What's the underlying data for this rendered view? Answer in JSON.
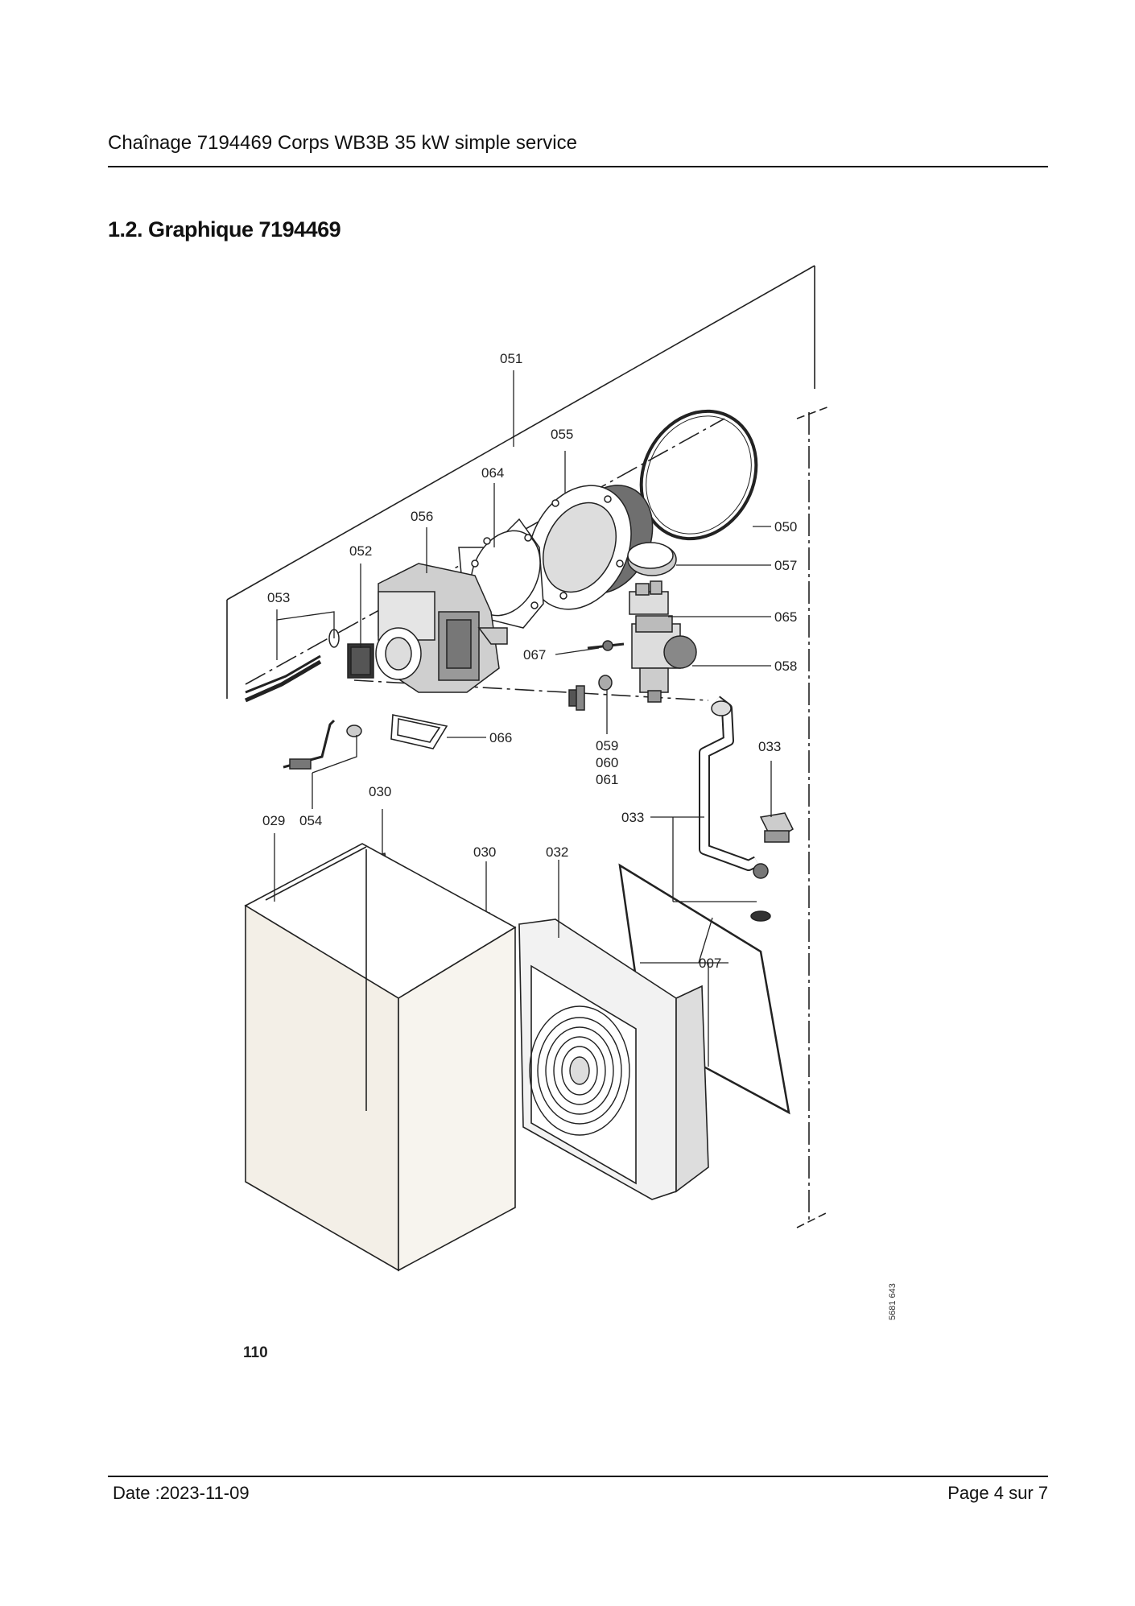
{
  "header": {
    "title": "Chaînage 7194469 Corps WB3B 35 kW simple service"
  },
  "section": {
    "heading": "1.2. Graphique 7194469"
  },
  "diagram": {
    "callouts": {
      "c051": "051",
      "c055": "055",
      "c064": "064",
      "c056": "056",
      "c052": "052",
      "c053": "053",
      "c050": "050",
      "c057": "057",
      "c065": "065",
      "c067": "067",
      "c058": "058",
      "c066": "066",
      "c059": "059",
      "c060": "060",
      "c061": "061",
      "c033a": "033",
      "c033b": "033",
      "c030a": "030",
      "c029": "029",
      "c054": "054",
      "c030b": "030",
      "c032": "032",
      "c007": "007"
    },
    "drawing_ref": "5681 643",
    "figure_number": "110"
  },
  "footer": {
    "date": "Date :2023-11-09",
    "page": "Page 4 sur  7"
  }
}
